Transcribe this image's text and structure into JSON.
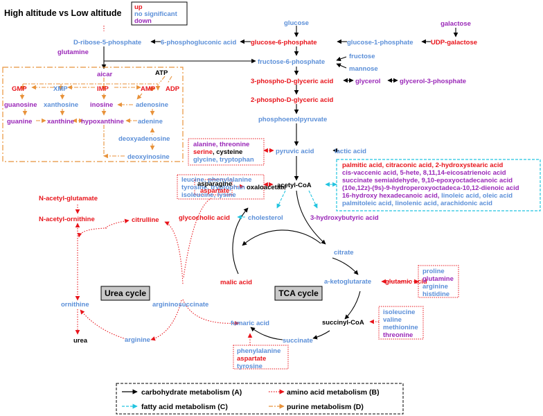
{
  "title": "High altitude vs Low altitude",
  "key": {
    "up": "up",
    "ns": "no significant",
    "down": "down"
  },
  "colors": {
    "up": "#e8141b",
    "ns": "#5b8fd8",
    "down": "#9a28b8",
    "carb": "#000000",
    "amino": "#e8141b",
    "fatty": "#22c4e0",
    "purine": "#e8923a"
  },
  "nodes": {
    "glucose": "glucose",
    "galactose": "galactose",
    "g6p": "glucose-6-phosphate",
    "g1p": "glucose-1-phosphate",
    "udpgal": "UDP-galactose",
    "pga6": "6-phosphogluconic acid",
    "r5p": "D-ribose-5-phosphate",
    "glutamine": "glutamine",
    "f6p": "fructose-6-phosphate",
    "fructose": "fructose",
    "mannose": "mannose",
    "pga3": "3-phospho-D-glyceric acid",
    "glycerol": "glycerol",
    "g3p": "glycerol-3-phosphate",
    "pga2": "2-phospho-D-glyceric acid",
    "pep": "phosphoenolpyruvate",
    "pyruvic": "pyruvic acid",
    "lactic": "lactic acid",
    "acetylcoa": "acetyl-CoA",
    "cholesterol": "cholesterol",
    "glycocholic": "glycocholic acid",
    "hydroxybutyric": "3-hydroxybutyric acid",
    "oxaloacetate": "oxaloacetate",
    "citrate": "citrate",
    "akg": "a-ketoglutarate",
    "glutamic": "glutamic acid",
    "succoa": "succinyl-CoA",
    "succinate": "succinate",
    "fumaric": "fumaric acid",
    "malic": "malic acid",
    "nag": "N-acetyl-glutamate",
    "nao": "N-acetyl-ornithine",
    "citrulline": "citrulline",
    "ornithine": "ornithine",
    "argsucc": "argininosuccinate",
    "arginine": "arginine",
    "urea": "urea"
  },
  "purine": {
    "aicar": "aicar",
    "atp": "ATP",
    "gmp": "GMP",
    "xmp": "XMP",
    "imp": "IMP",
    "amp": "AMP",
    "adp": "ADP",
    "guanosine": "guanosine",
    "xanthosine": "xanthosine",
    "inosine": "inosine",
    "adenosine": "adenosine",
    "guanine": "guanine",
    "xanthine": "xanthine",
    "hypoxanthine": "hypoxanthine",
    "adenine": "adenine",
    "deoxyadenosine": "deoxyadenosine",
    "deoxyinosine": "deoxyinosine"
  },
  "boxes": {
    "aa_pyruvate": [
      "alanine, threonine",
      "serine",
      ", cysteine",
      "glycine, tryptophan"
    ],
    "aa_acetyl": [
      "leucine, phenylalanine",
      "tyrosine, tryptophan",
      "isoleucine, lysine"
    ],
    "fatty": [
      "palmitic acid, citraconic acid, 2-hydroxystearic acid",
      "cis-vaccenic acid, 5-hete, 8,11,14-eicosatrienoic acid",
      "succinate semialdehyde, 9,10-epoxyoctadecanoic acid",
      "(10e,12z)-(9s)-9-hydroperoxyoctadeca-10,12-dienoic acid",
      "16-hydroxy hexadecanoic acid,",
      " linoleic acid, oleic acid",
      "palmitoleic acid, linolenic acid, arachidonic acid"
    ],
    "oxalo": [
      "asparagine",
      "aspartate"
    ],
    "akg": [
      "proline",
      "glutamine",
      "arginine",
      "histidine"
    ],
    "succoa": [
      "isoleucine",
      "valine",
      "methionine",
      "threonine"
    ],
    "fumaric": [
      "phenylalanine",
      "aspartate",
      "tyrosine"
    ]
  },
  "cycles": {
    "urea": "Urea cycle",
    "tca": "TCA cycle"
  },
  "legend": {
    "carb": "carbohydrate metabolism (A)",
    "amino": "amino acid metabolism (B)",
    "fatty": "fatty acid metabolism (C)",
    "purine": "purine metabolism (D)"
  }
}
